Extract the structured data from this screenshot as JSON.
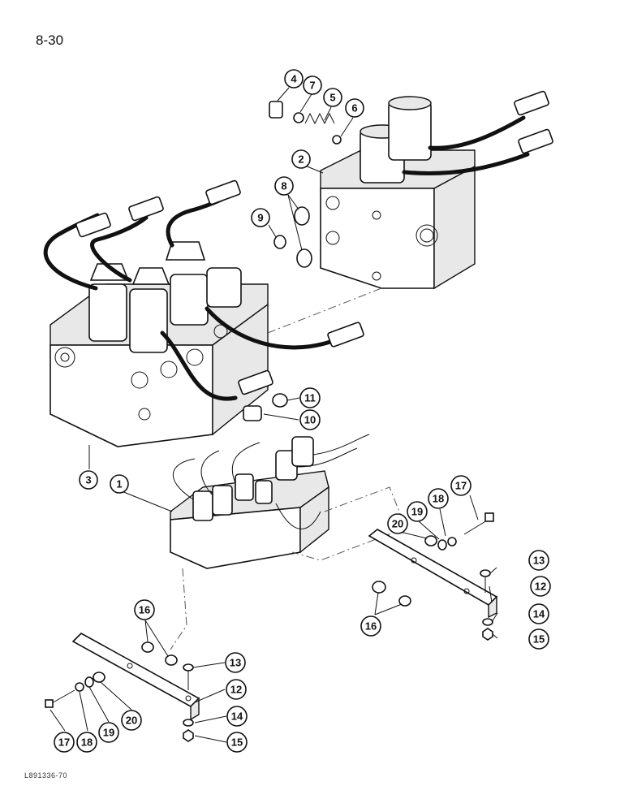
{
  "page": {
    "number": "8-30",
    "figure_code": "L891336-70"
  },
  "callouts": [
    {
      "label": "1"
    },
    {
      "label": "2"
    },
    {
      "label": "3"
    },
    {
      "label": "4"
    },
    {
      "label": "5"
    },
    {
      "label": "6"
    },
    {
      "label": "7"
    },
    {
      "label": "8"
    },
    {
      "label": "9"
    },
    {
      "label": "10"
    },
    {
      "label": "11"
    },
    {
      "label": "12"
    },
    {
      "label": "12"
    },
    {
      "label": "13"
    },
    {
      "label": "13"
    },
    {
      "label": "14"
    },
    {
      "label": "14"
    },
    {
      "label": "15"
    },
    {
      "label": "15"
    },
    {
      "label": "16"
    },
    {
      "label": "16"
    },
    {
      "label": "17"
    },
    {
      "label": "17"
    },
    {
      "label": "18"
    },
    {
      "label": "18"
    },
    {
      "label": "19"
    },
    {
      "label": "19"
    },
    {
      "label": "20"
    },
    {
      "label": "20"
    }
  ]
}
